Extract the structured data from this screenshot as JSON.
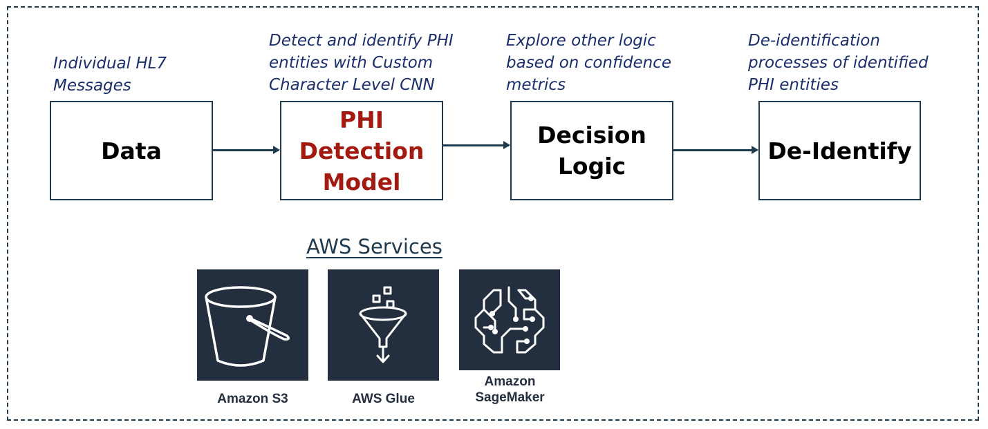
{
  "flow": [
    {
      "id": "data",
      "description": "Individual HL7\nMessages",
      "label": "Data",
      "highlight": false
    },
    {
      "id": "phi",
      "description": "Detect and identify PHI\nentities with Custom\nCharacter Level CNN",
      "label": "PHI\nDetection\nModel",
      "highlight": true
    },
    {
      "id": "decision",
      "description": "Explore other logic\nbased on confidence\nmetrics",
      "label": "Decision\nLogic",
      "highlight": false
    },
    {
      "id": "deidentify",
      "description": "De-identification\nprocesses of identified\nPHI entities",
      "label": "De-Identify",
      "highlight": false
    }
  ],
  "services": {
    "title": "AWS Services",
    "items": [
      {
        "name": "Amazon S3",
        "icon": "bucket-icon"
      },
      {
        "name": "AWS Glue",
        "icon": "funnel-icon"
      },
      {
        "name": "Amazon\nSageMaker",
        "icon": "brain-circuit-icon"
      }
    ]
  },
  "colors": {
    "description_text": "#1b2f6b",
    "highlight_text": "#a31a10",
    "box_border": "#1f3a4d",
    "service_tile": "#232f3e"
  }
}
